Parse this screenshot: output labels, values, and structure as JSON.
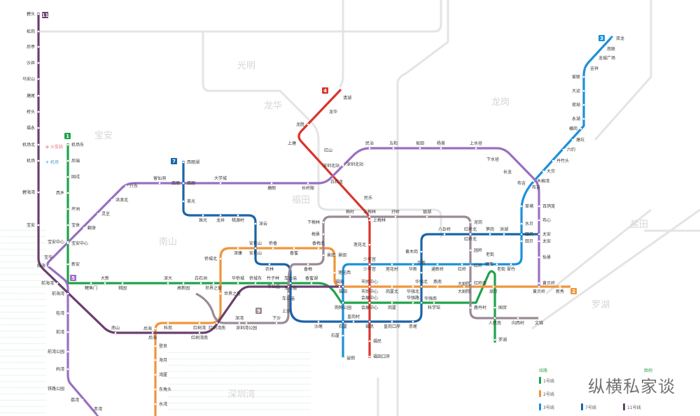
{
  "districts": [
    "光明",
    "宝安",
    "龙华",
    "龙岗",
    "福田",
    "南山",
    "盐田",
    "罗湖",
    "深圳湾"
  ],
  "lines": [
    {
      "id": "1",
      "color": "#1fa34a",
      "stations": [
        "机场东",
        "后瑞",
        "固戍",
        "西乡",
        "坪洲",
        "宝体",
        "宝安中心",
        "新安",
        "鲤鱼门",
        "大新",
        "桃园",
        "深大",
        "高新园",
        "白石洲",
        "世界之窗",
        "华侨城",
        "侨城东",
        "竹子林",
        "车公庙",
        "香蜜湖",
        "购物公园",
        "会展中心",
        "岗厦",
        "华强路",
        "科学馆",
        "大剧院",
        "老街",
        "国贸",
        "罗湖"
      ]
    },
    {
      "id": "2",
      "color": "#f0953a",
      "stations": [
        "水湾",
        "东角头",
        "湾厦",
        "海月",
        "登良",
        "后海",
        "科苑",
        "红树湾",
        "世界之窗",
        "侨城北",
        "深康",
        "安托山",
        "侨香",
        "香蜜",
        "香梅北",
        "景田",
        "莲花西",
        "福田",
        "市民中心",
        "岗厦北",
        "华强北",
        "燕南",
        "大剧院",
        "湖贝",
        "黄贝岭",
        "新秀"
      ]
    },
    {
      "id": "3",
      "color": "#1e90d8",
      "stations": [
        "双龙",
        "南联",
        "龙城广场",
        "吉祥",
        "爱联",
        "大运",
        "荷坳",
        "永湖",
        "横岗",
        "塘坑",
        "六约",
        "丹竹头",
        "大芬",
        "木棉湾",
        "布吉",
        "草埔",
        "水贝",
        "田贝",
        "翠竹",
        "晒布",
        "老街",
        "红岭",
        "通新岭",
        "华新",
        "莲花村",
        "少年宫",
        "石厦",
        "益田"
      ]
    },
    {
      "id": "4",
      "color": "#d9352b",
      "stations": [
        "清湖",
        "龙华",
        "龙胜",
        "上塘",
        "红山",
        "深圳北站",
        "白石龙",
        "民乐",
        "上梅林",
        "莲花北",
        "少年宫",
        "市民中心",
        "会展中心",
        "福民",
        "福田口岸"
      ]
    },
    {
      "id": "5",
      "color": "#9a6fc0",
      "stations": [
        "赤湾",
        "荔湾",
        "铁路公园",
        "妈湾",
        "前湾公园",
        "前湾",
        "桂湾",
        "前海湾",
        "临海",
        "宝华",
        "宝安中心",
        "翻身",
        "灵芝",
        "洪浪北",
        "兴东",
        "留仙洞",
        "西丽",
        "大学城",
        "塘朗",
        "长岭陂",
        "深圳北站",
        "民治",
        "五和",
        "坂田",
        "杨美",
        "上水径",
        "下水径",
        "长龙",
        "布吉",
        "百鸽笼",
        "布心",
        "太安",
        "怡景",
        "黄贝岭"
      ]
    },
    {
      "id": "7",
      "color": "#1a64a8",
      "stations": [
        "西丽湖",
        "西丽",
        "茶光",
        "珠光",
        "龙井",
        "桃源村",
        "深云",
        "安托山",
        "农林",
        "车公庙",
        "上沙",
        "沙尾",
        "石厦",
        "皇岗村",
        "福民",
        "皇岗口岸",
        "赤尾",
        "华强南",
        "华强北",
        "华新",
        "黄木岗",
        "八卦岭",
        "红岭北",
        "笋岗",
        "洪湖",
        "田贝",
        "太安"
      ]
    },
    {
      "id": "9",
      "color": "#9a8a96",
      "stations": [
        "红树湾南",
        "深湾",
        "深圳湾公园",
        "下沙",
        "车公庙",
        "香梅",
        "景田",
        "梅景",
        "下梅林",
        "梅村",
        "上梅林",
        "孖岭",
        "银湖",
        "泥岗",
        "红岭北",
        "园岭",
        "红岭",
        "红岭南",
        "鹿丹村",
        "人民南",
        "向西村",
        "文锦"
      ]
    },
    {
      "id": "11",
      "color": "#6b3f6e",
      "stations": [
        "碧头",
        "松岗",
        "后亭",
        "沙井",
        "马安山",
        "塘尾",
        "桥头",
        "福永",
        "机场北",
        "机场",
        "碧海湾",
        "宝安",
        "前海湾",
        "南山",
        "后海",
        "红树湾南",
        "车公庙",
        "福田"
      ]
    }
  ],
  "airport_label": "机场",
  "station_marker": "火车站",
  "legend": {
    "title": "线路",
    "items": [
      {
        "label": "1号线",
        "color": "#1fa34a"
      },
      {
        "label": "2号线",
        "color": "#f0953a"
      },
      {
        "label": "3号线",
        "color": "#1e90d8"
      },
      {
        "label": "7号线",
        "color": "#1a64a8"
      },
      {
        "label": "11号线",
        "color": "#6b3f6e"
      }
    ],
    "key_title": "图例"
  },
  "watermark": "纵横私家谈"
}
